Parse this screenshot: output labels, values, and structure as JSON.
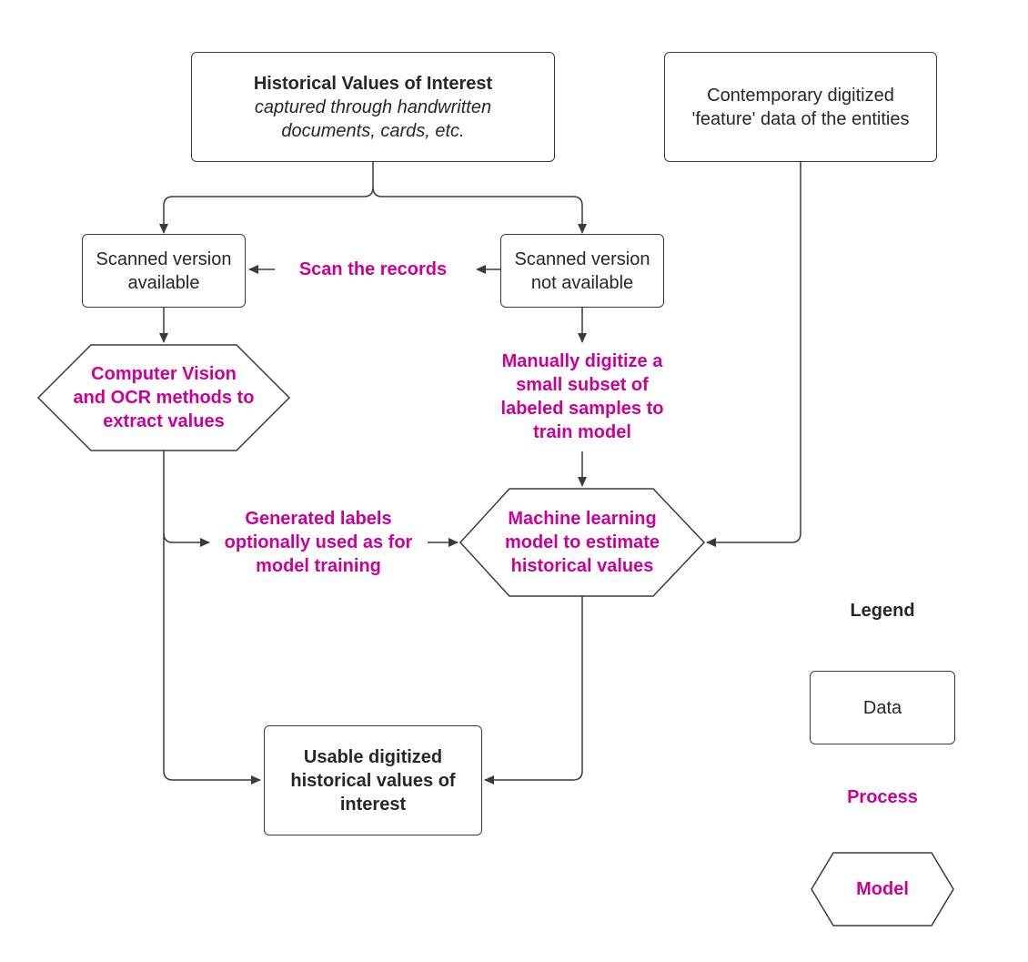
{
  "nodes": {
    "historical": {
      "title": "Historical Values of Interest",
      "subtitle": "captured through handwritten documents, cards, etc."
    },
    "contemporary": {
      "label": "Contemporary digitized 'feature' data of the entities"
    },
    "scanned_available": {
      "label": "Scanned version available"
    },
    "scanned_not_available": {
      "label": "Scanned version not available"
    },
    "usable": {
      "label": "Usable digitized historical values of interest"
    }
  },
  "models": {
    "cv_ocr": {
      "label": "Computer Vision and OCR methods to extract values"
    },
    "ml_model": {
      "label": "Machine learning model to estimate historical values"
    }
  },
  "processes": {
    "scan_records": "Scan the records",
    "manually_digitize": "Manually digitize a small subset of labeled samples to train model",
    "generated_labels": "Generated labels optionally used as for model training"
  },
  "legend": {
    "title": "Legend",
    "data": "Data",
    "process": "Process",
    "model": "Model"
  },
  "colors": {
    "process_text": "#cc0099",
    "data_text": "#26262c",
    "stroke": "#3a3a40",
    "background": "#ffffff"
  }
}
